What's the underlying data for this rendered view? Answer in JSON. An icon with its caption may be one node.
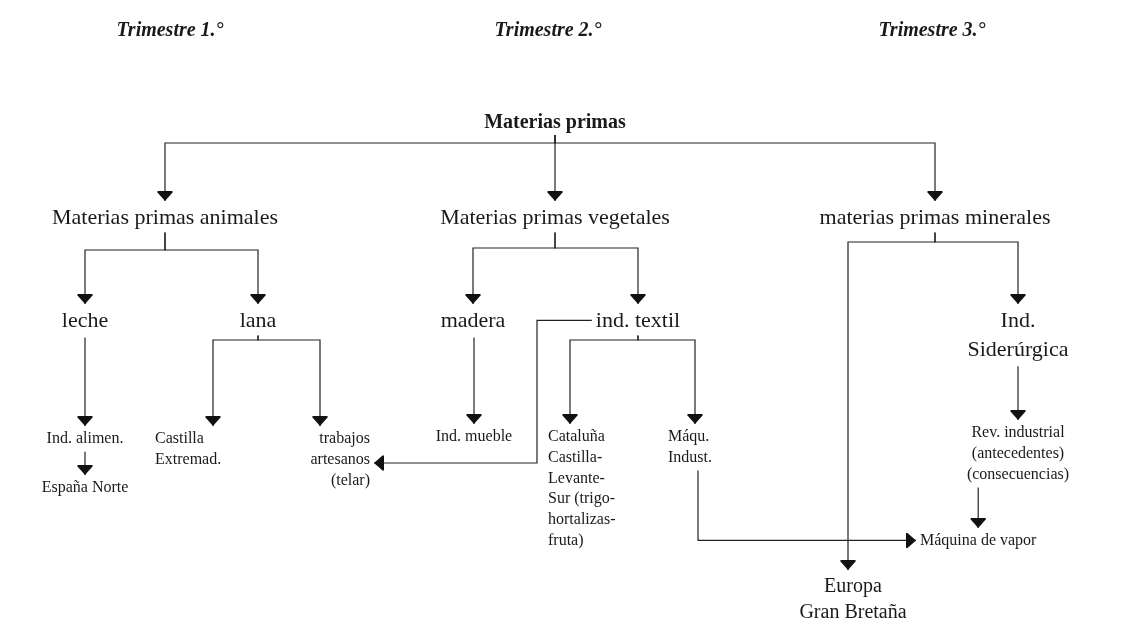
{
  "diagram": {
    "nodes": [
      {
        "text": [
          "Materias primas"
        ]
      },
      {
        "text": [
          "Materias primas animales"
        ]
      },
      {
        "text": [
          "Materias primas vegetales"
        ]
      },
      {
        "text": [
          "materias primas minerales"
        ]
      },
      {
        "text": [
          "leche"
        ]
      },
      {
        "text": [
          "lana"
        ]
      },
      {
        "text": [
          "madera"
        ]
      },
      {
        "text": [
          "ind. textil"
        ]
      },
      {
        "text": [
          "Ind. Siderúrgica"
        ]
      },
      {
        "text": [
          "Ind. alimen."
        ]
      },
      {
        "text": [
          "España Norte"
        ]
      },
      {
        "text": [
          "Castilla Extremad."
        ]
      },
      {
        "text": [
          "trabajos artesanos (telar)"
        ]
      },
      {
        "text": [
          "Ind. mueble"
        ]
      },
      {
        "text": [
          "Cataluña Castilla- Levante- Sur (trigo- hortalizas- fruta)"
        ]
      },
      {
        "text": [
          "Máqu. Indust."
        ]
      },
      {
        "text": [
          "Rev. industrial (antecedentes) (consecuencias)"
        ]
      },
      {
        "text": [
          "Máquina de vapor"
        ]
      },
      {
        "text": [
          "Europa",
          "Gran Bretaña"
        ]
      }
    ],
    "edges": [
      {
        "from": 0,
        "to": 1,
        "arrow": "to"
      },
      {
        "from": 0,
        "to": 2,
        "arrow": "to"
      },
      {
        "from": 0,
        "to": 3,
        "arrow": "to"
      },
      {
        "from": 1,
        "to": 4,
        "arrow": "to"
      },
      {
        "from": 1,
        "to": 5,
        "arrow": "to"
      },
      {
        "from": 2,
        "to": 6,
        "arrow": "to"
      },
      {
        "from": 2,
        "to": 7,
        "arrow": "to"
      },
      {
        "from": 3,
        "to": 18,
        "arrow": "to"
      },
      {
        "from": 3,
        "to": 8,
        "arrow": "to"
      },
      {
        "from": 4,
        "to": 9,
        "arrow": "to"
      },
      {
        "from": 9,
        "to": 10,
        "arrow": "to"
      },
      {
        "from": 5,
        "to": 11,
        "arrow": "to"
      },
      {
        "from": 5,
        "to": 12,
        "arrow": "to"
      },
      {
        "from": 6,
        "to": 13,
        "arrow": "to"
      },
      {
        "from": 7,
        "to": 12,
        "arrow": "to"
      },
      {
        "from": 7,
        "to": 14,
        "arrow": "to"
      },
      {
        "from": 7,
        "to": 15,
        "arrow": "to"
      },
      {
        "from": 8,
        "to": 16,
        "arrow": "to"
      },
      {
        "from": 16,
        "to": 17,
        "arrow": "to"
      },
      {
        "from": 15,
        "to": 17,
        "arrow": "to"
      }
    ],
    "labels": [
      "Trimestre 1.°",
      "Trimestre 2.°",
      "Trimestre 3.°"
    ]
  }
}
